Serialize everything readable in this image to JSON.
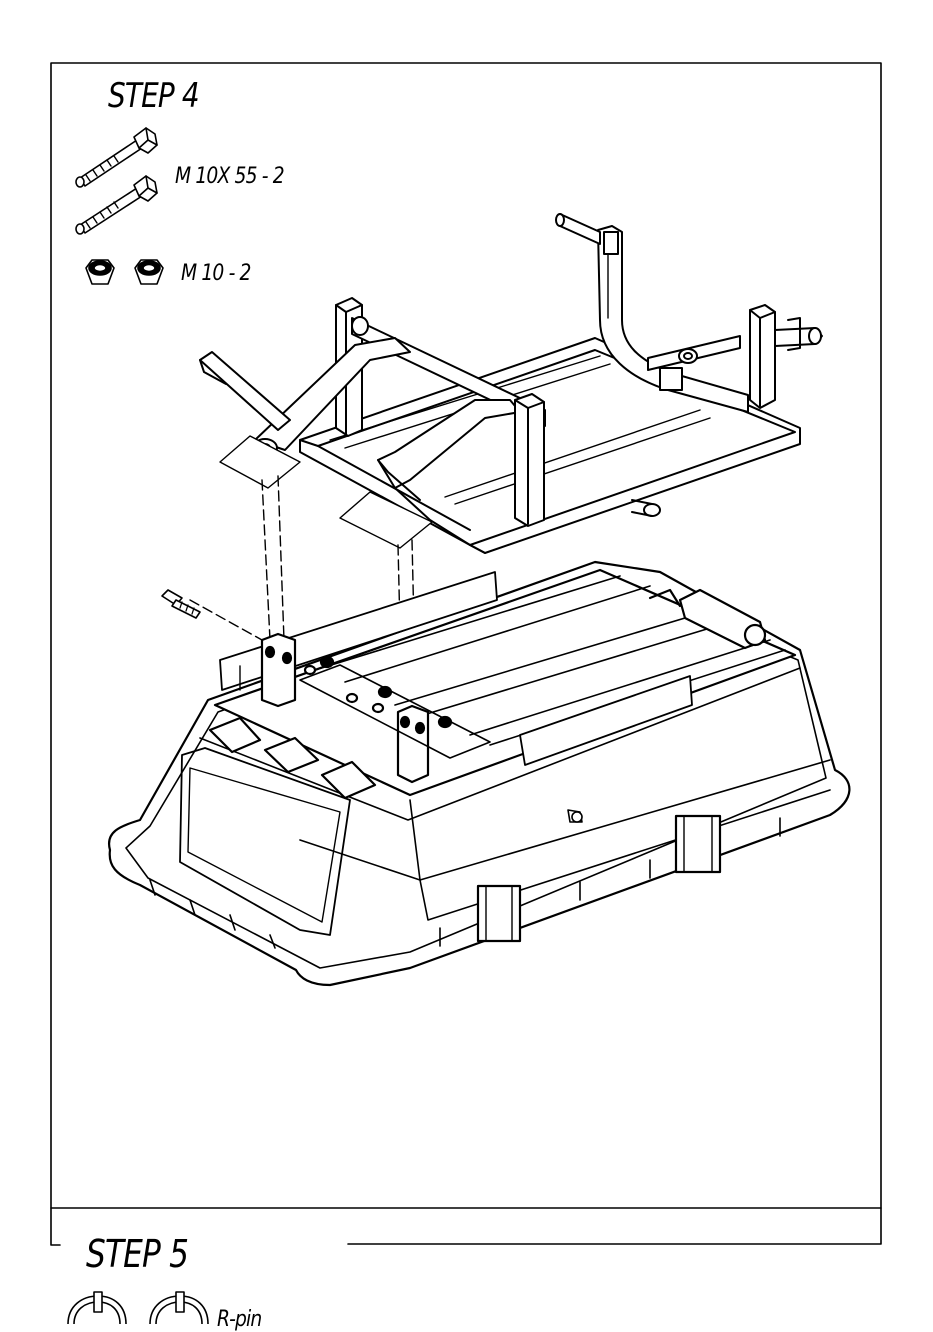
{
  "step4": {
    "title": "STEP 4",
    "parts": [
      {
        "icon": "bolt-icon",
        "label": "M 10X 55 - 2"
      },
      {
        "icon": "nut-icon",
        "label": "M 10 - 2"
      }
    ]
  },
  "step5": {
    "title": "STEP 5",
    "parts": [
      {
        "icon": "r-pin-icon",
        "label": "R-pin"
      }
    ]
  }
}
